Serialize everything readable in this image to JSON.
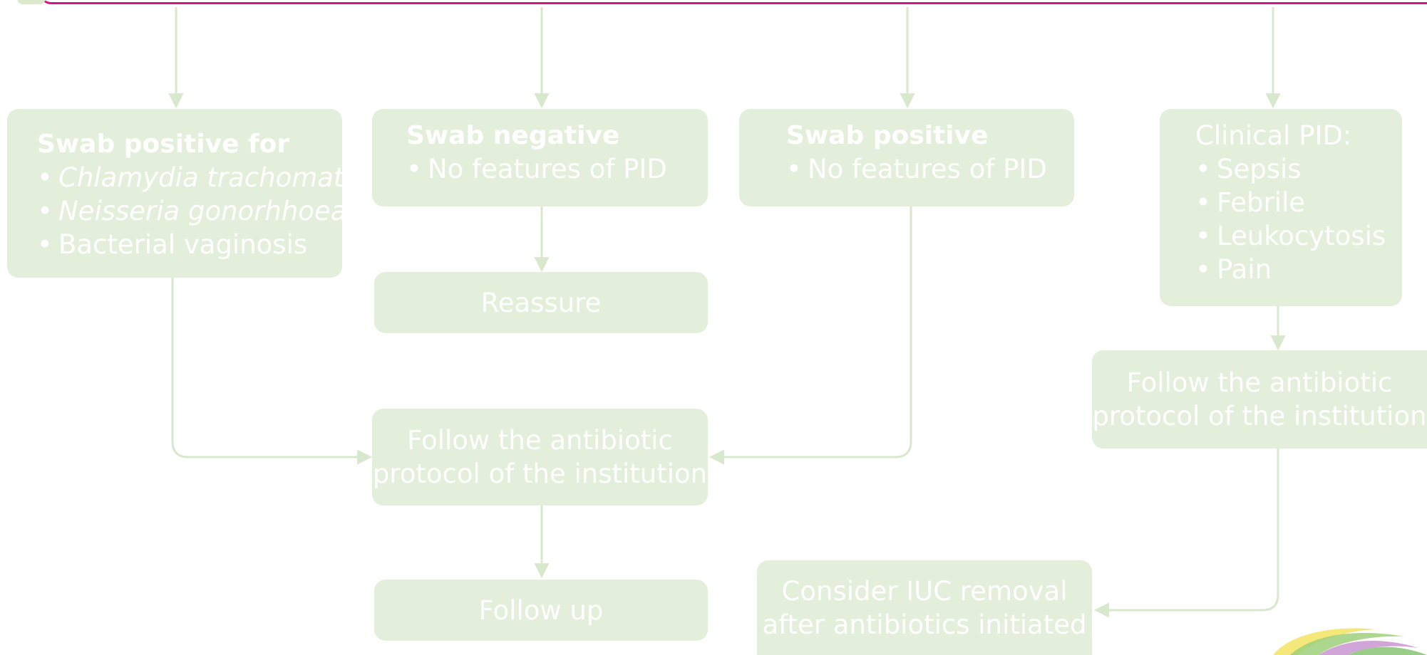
{
  "colors": {
    "box_fill": "#e3efda",
    "connector": "#d8e8cc",
    "text": "#ffffff",
    "top_border": "#d6127f"
  },
  "nodes": {
    "swab_positive_for": {
      "title": "Swab positive for",
      "items": [
        "Chlamydia trachomatis",
        "Neisseria gonorhhoea",
        "Bacterial vaginosis"
      ],
      "bullet": "•"
    },
    "swab_negative": {
      "title": "Swab negative",
      "items": [
        "No features of PID"
      ],
      "bullet": "•"
    },
    "swab_positive": {
      "title": "Swab positive",
      "items": [
        "No features of PID"
      ],
      "bullet": "•"
    },
    "clinical_pid": {
      "title": "Clinical PID:",
      "items": [
        "Sepsis",
        "Febrile",
        "Leukocytosis",
        "Pain"
      ],
      "bullet": "•"
    },
    "reassure": {
      "text": "Reassure"
    },
    "antibiotic_center": {
      "line1": "Follow the antibiotic",
      "line2": "protocol of the institution"
    },
    "antibiotic_right": {
      "line1": "Follow the antibiotic",
      "line2": "protocol of the institution"
    },
    "follow_up": {
      "text": "Follow up"
    },
    "consider_iuc": {
      "line1": "Consider IUC removal",
      "line2": "after antibiotics initiated"
    }
  },
  "icons": {
    "logo": "colorful-swoosh-logo"
  }
}
